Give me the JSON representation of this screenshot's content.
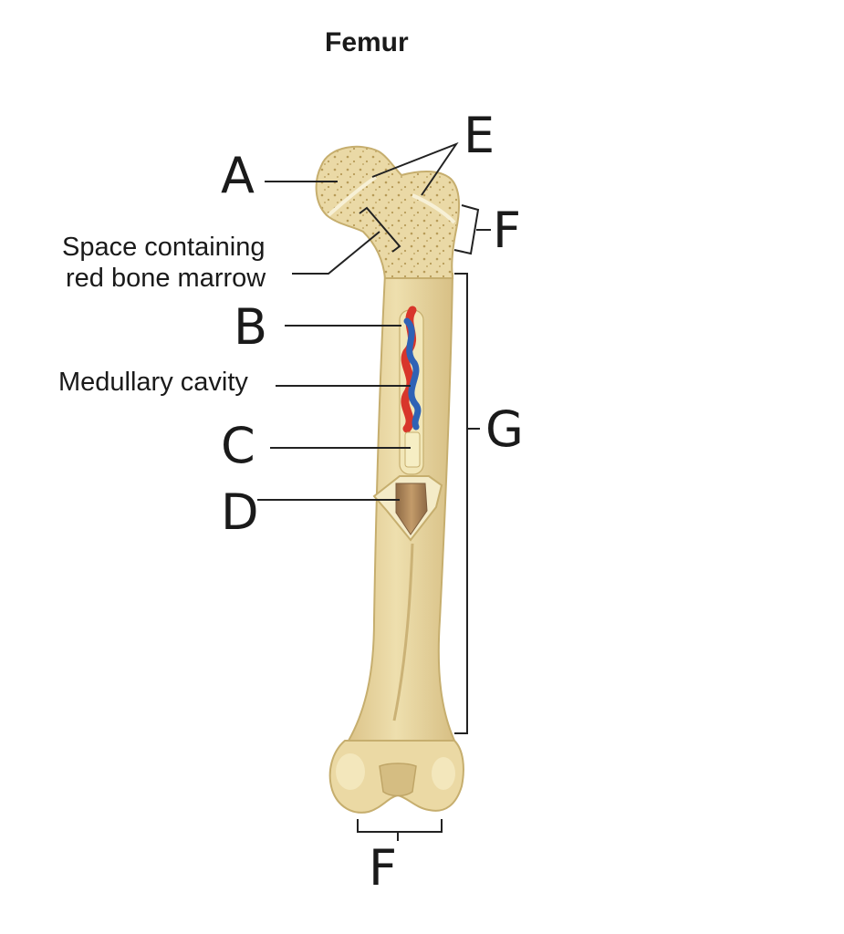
{
  "title": "Femur",
  "labels": {
    "A": "A",
    "B": "B",
    "C": "C",
    "D": "D",
    "E": "E",
    "F_top": "F",
    "F_bottom": "F",
    "G": "G"
  },
  "annotations": {
    "red_marrow_line1": "Space containing",
    "red_marrow_line2": "red bone marrow",
    "medullary_cavity": "Medullary cavity"
  },
  "colors": {
    "bone": "#e9d7a2",
    "bone_outline": "#c6ae6e",
    "spongy_dots": "#b79b58",
    "compact_cut": "#a57f55",
    "artery": "#d8362b",
    "vein": "#2f62b5",
    "yellow_marrow": "#f4eab6",
    "line": "#222222"
  }
}
